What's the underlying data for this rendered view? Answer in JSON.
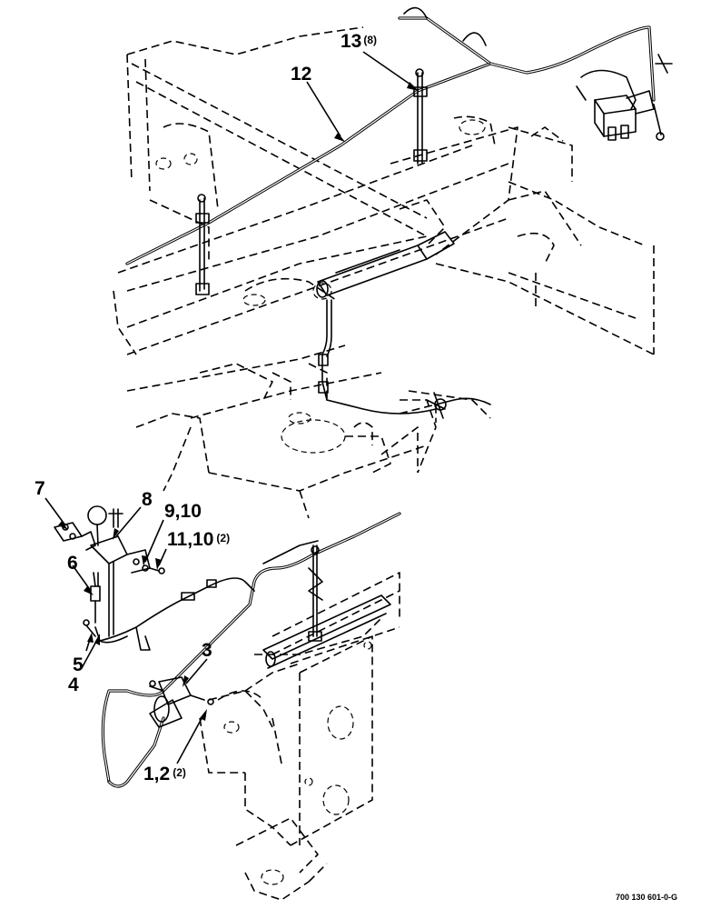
{
  "figure_id": "700 130 601-0-G",
  "callouts": {
    "c12": {
      "number": "12",
      "qty": ""
    },
    "c13": {
      "number": "13",
      "qty": "(8)"
    },
    "c7": {
      "number": "7",
      "qty": ""
    },
    "c8": {
      "number": "8",
      "qty": ""
    },
    "c9_10": {
      "number": "9,10",
      "qty": ""
    },
    "c11_10": {
      "number": "11,10",
      "qty": "(2)"
    },
    "c6": {
      "number": "6",
      "qty": ""
    },
    "c5": {
      "number": "5",
      "qty": ""
    },
    "c4": {
      "number": "4",
      "qty": ""
    },
    "c3": {
      "number": "3",
      "qty": ""
    },
    "c1_2": {
      "number": "1,2",
      "qty": "(2)"
    }
  }
}
